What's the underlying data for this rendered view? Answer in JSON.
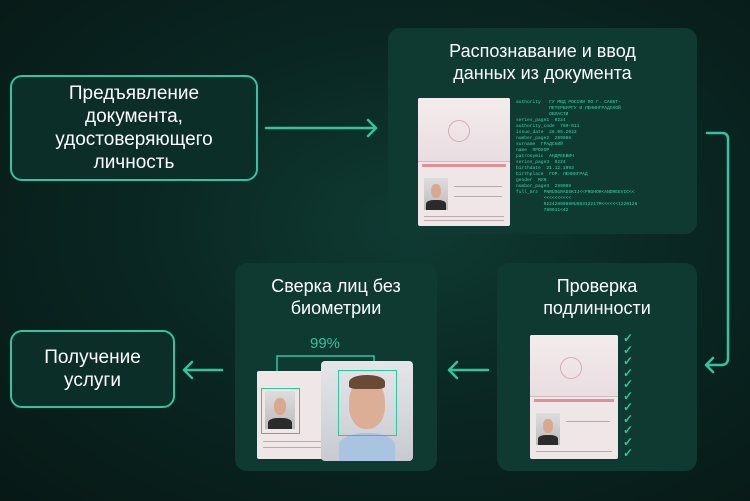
{
  "steps": {
    "present": "Предъявление документа, удостоверяющего личность",
    "recognize": "Распознавание и ввод данных из документа",
    "verify": "Проверка подлинности",
    "compare": "Сверка лиц без биометрии",
    "receive": "Получение услуги"
  },
  "match_percent": "99%",
  "recognized_fields": "authority   ГУ МВД РОССИИ ПО Г. САНКТ-\n            ПЕТЕРБУРГУ И ЛЕНИНГРАДСКОЙ\n            ОБЛАСТИ\nseries_page1  0224\nauthority_code  780-011\nissue_date  26.05.2022\nnumber_page2  289088\nsurname  ГРАДСКИЙ\nname  ПРОХОР\npatronymic  АНДРЕЕВИЧ\nseries_page3  0224\nbirthdate  21.12.1993\nbirthplace  ГОР. ЛЕНИНГРАД\ngender  МУЖ\nnumber_page3  289088\nfull_mrz  PNRUSGRADSKIJ<<PROHOR<ANDREEVIC<<\n          <<<<<<<<<<\n          0224289088RUS9312217M<<<<<<1220126\n          780011<42",
  "colors": {
    "accent": "#2fc59f",
    "card": "#0e3a32"
  }
}
